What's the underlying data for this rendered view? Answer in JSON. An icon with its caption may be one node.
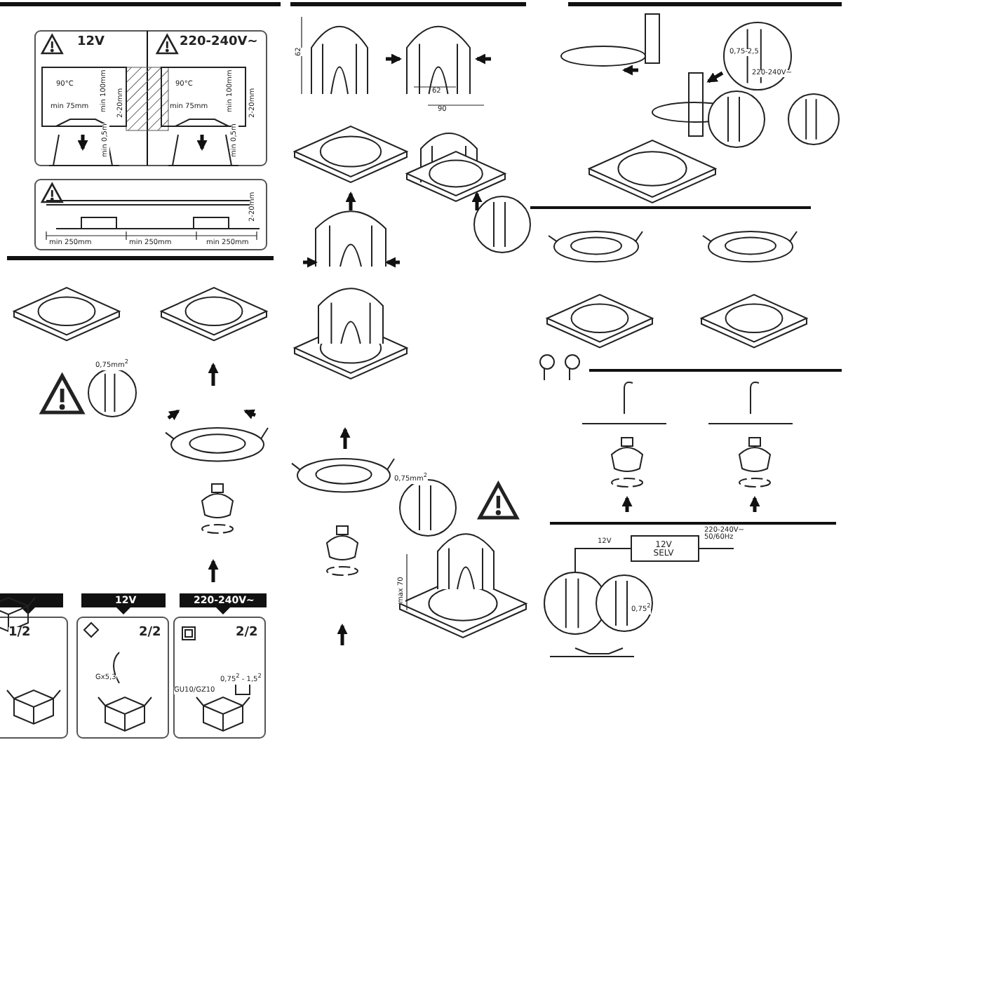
{
  "diagram": {
    "labels": [
      "12V",
      "220-240V~",
      "90°C",
      "90°C",
      "min 75mm",
      "min 100mm",
      "2-20mm",
      "min 75mm",
      "min 100mm",
      "2-20mm",
      "min 0,5m",
      "min 0,5m",
      "2-20mm",
      "min 250mm",
      "min 250mm",
      "min 250mm",
      "0,75mm$^{2}$",
      "12V",
      "220-240V~",
      "**1**/2",
      "**2**/2",
      "**2**/2",
      "Gx5,3",
      "GU10/GZ10",
      "0,75$^{2}$ - 1,5$^{2}$",
      "62",
      "62",
      "90",
      "0,75mm$^{2}$",
      "max 70",
      "0,75-2,5",
      "220-240V~",
      "12V",
      "12V SELV",
      "220-240V~ 50/60Hz",
      "0,75$^{2}$"
    ]
  }
}
